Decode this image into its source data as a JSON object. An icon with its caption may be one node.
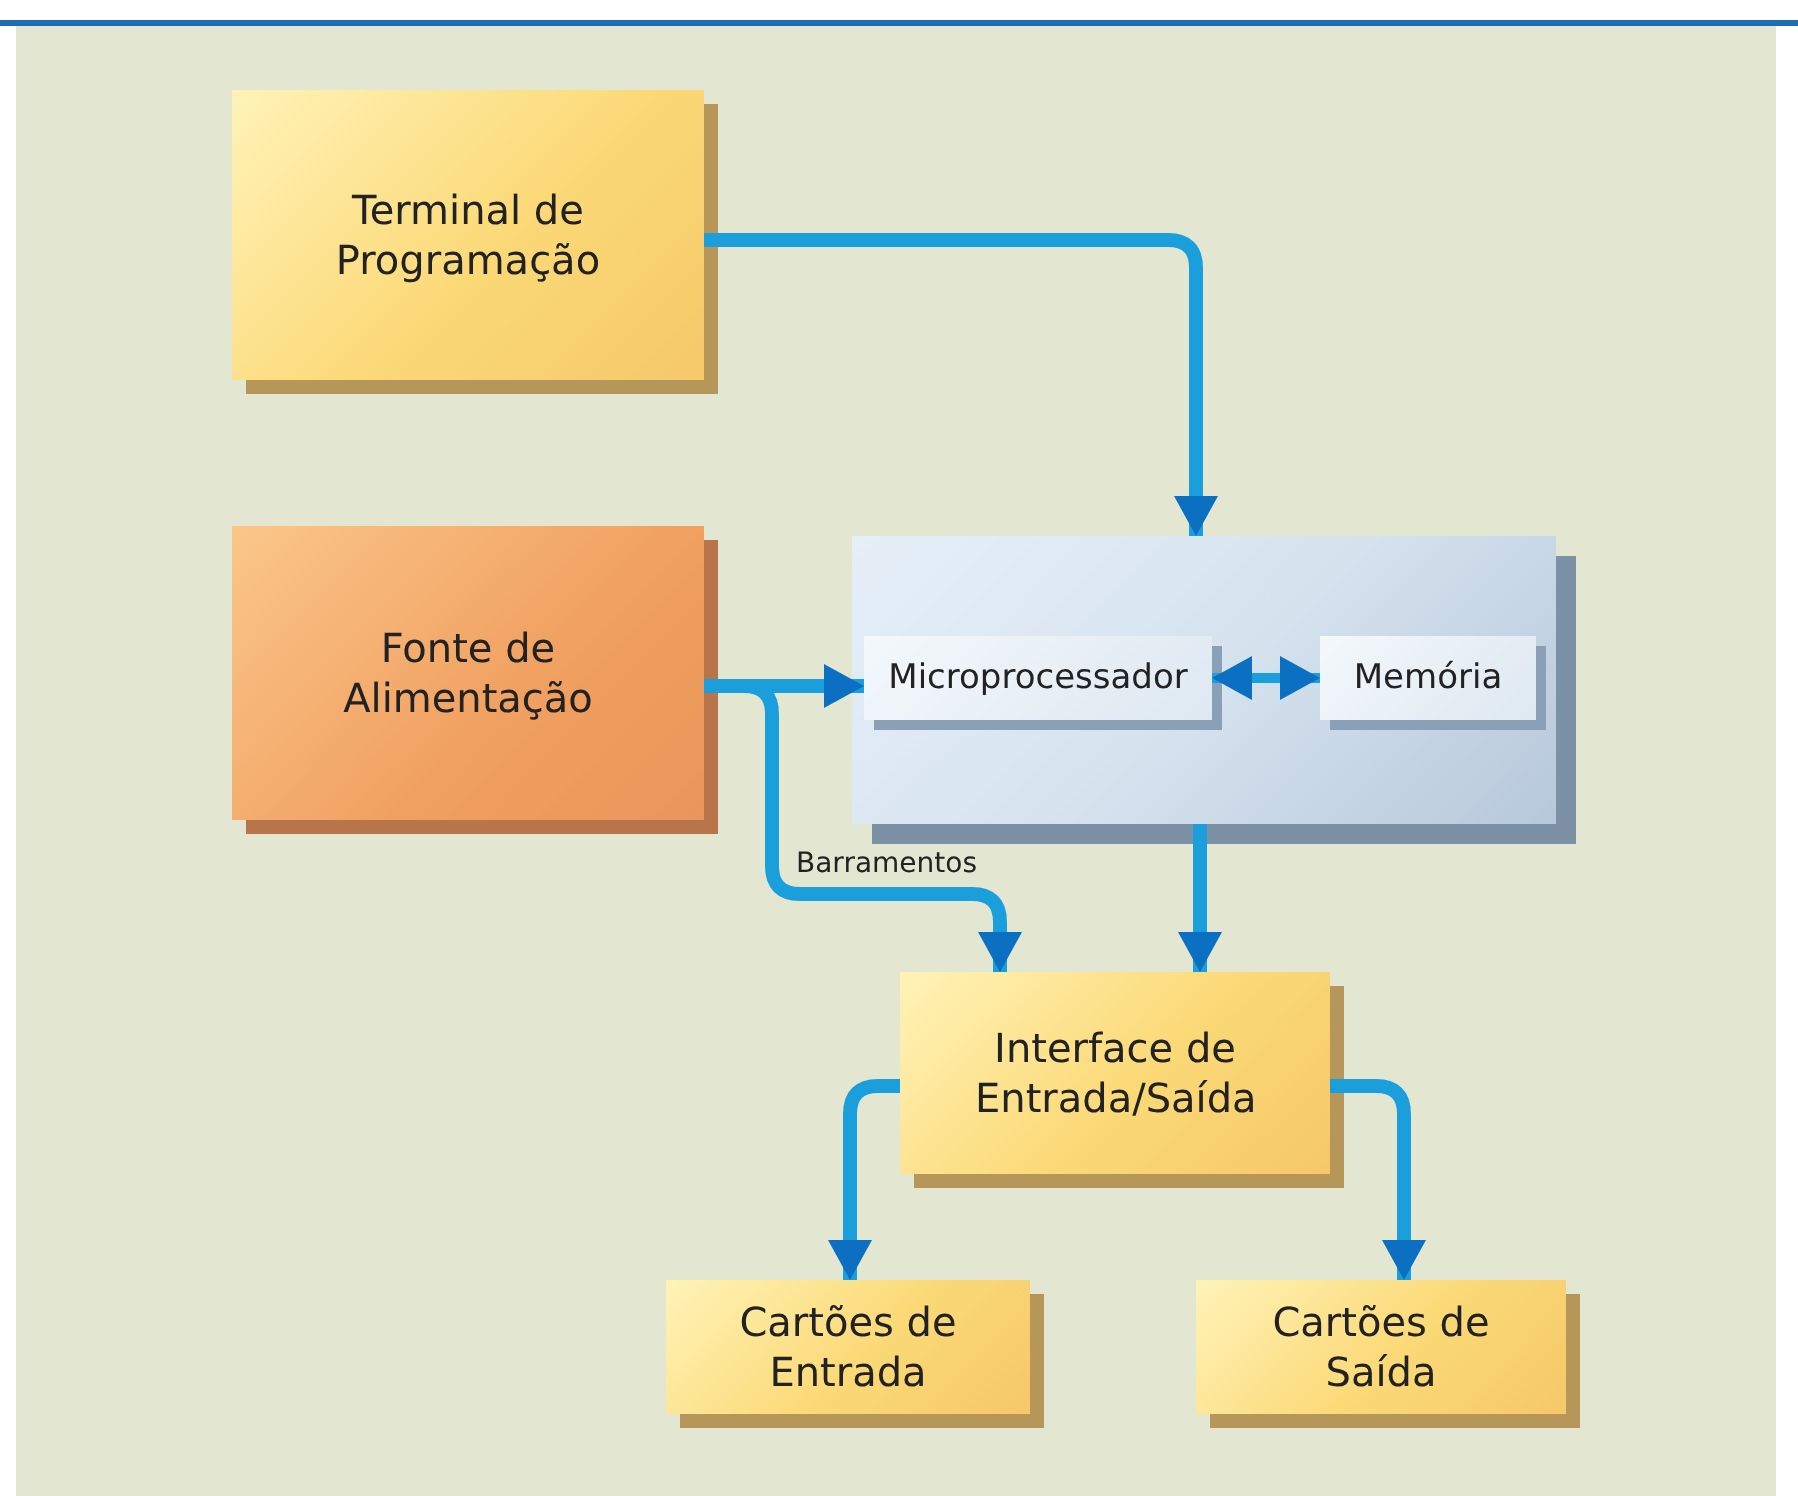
{
  "diagram": {
    "nodes": [
      {
        "text": [
          "Terminal de Programação"
        ]
      },
      {
        "text": [
          "Fonte de Alimentação"
        ]
      },
      {
        "text": [],
        "shape": "box"
      },
      {
        "text": [
          "Microprocessador"
        ],
        "in": 2
      },
      {
        "text": [
          "Memória"
        ],
        "in": 2
      },
      {
        "text": [
          "Interface de Entrada/Saída"
        ]
      },
      {
        "text": [
          "Cartões de Entrada"
        ]
      },
      {
        "text": [
          "Cartões de Saída"
        ]
      }
    ],
    "edges": [
      {
        "from": 0,
        "to": 2,
        "arrow": "to"
      },
      {
        "from": 1,
        "to": 3,
        "arrow": "to"
      },
      {
        "from": 1,
        "to": 5,
        "arrow": "to",
        "label": "Barramentos"
      },
      {
        "from": 3,
        "to": 4,
        "arrow": "both"
      },
      {
        "from": 2,
        "to": 5,
        "arrow": "to"
      },
      {
        "from": 5,
        "to": 6,
        "arrow": "to"
      },
      {
        "from": 5,
        "to": 7,
        "arrow": "to"
      }
    ]
  }
}
